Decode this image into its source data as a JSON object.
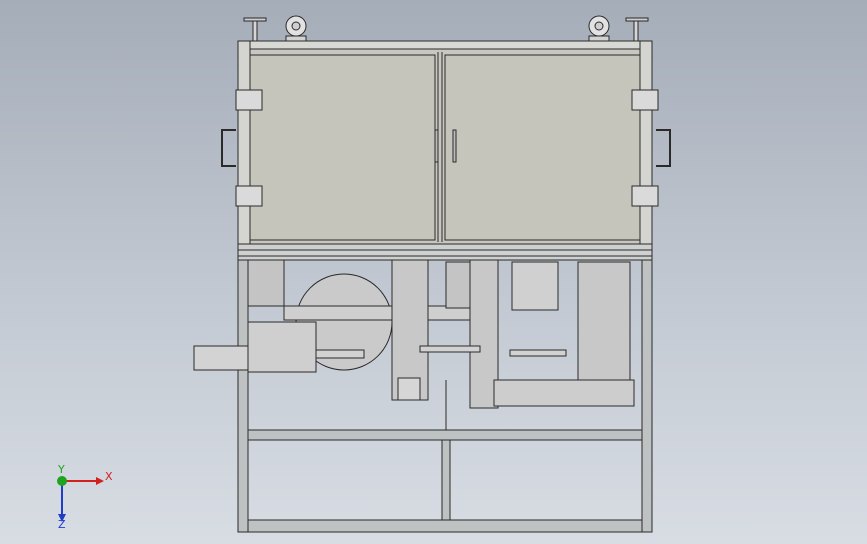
{
  "view": {
    "type": "cad-front-view",
    "background_top": "#a5adb9",
    "background_bottom": "#d8dde4"
  },
  "model": {
    "cabinet_color": "#c9c8c0",
    "frame_color": "#bfc2c2",
    "line_color": "#2a2a2a"
  },
  "triad": {
    "x_label": "X",
    "y_label": "Y",
    "z_label": "Z",
    "x_color": "#d22020",
    "y_color": "#1fa21f",
    "z_color": "#1f3ec8"
  }
}
